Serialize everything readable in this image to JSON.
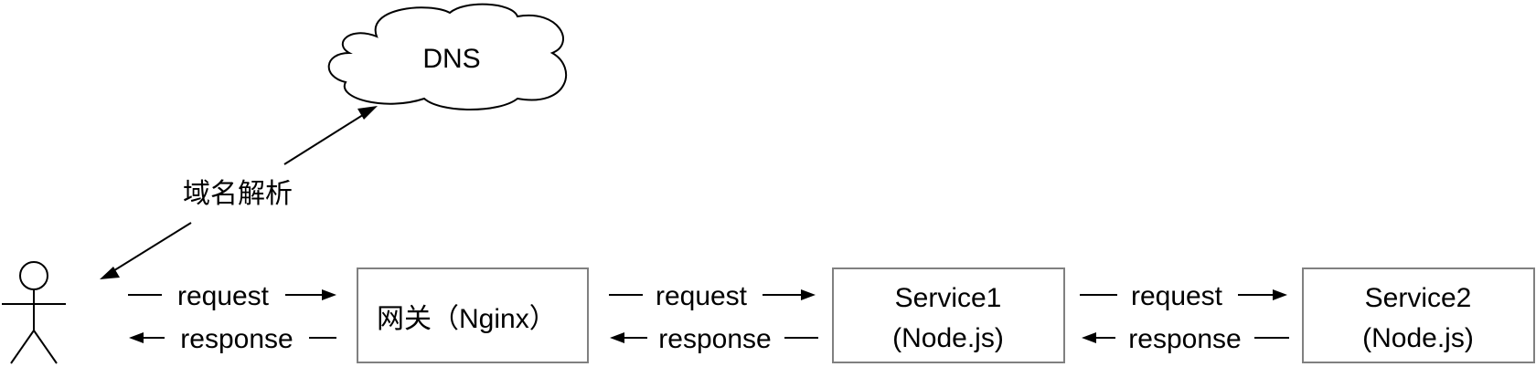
{
  "nodes": {
    "dns": "DNS",
    "gateway": "网关（Nginx）",
    "service1": {
      "line1": "Service1",
      "line2": "(Node.js)"
    },
    "service2": {
      "line1": "Service2",
      "line2": "(Node.js)"
    }
  },
  "edges": {
    "resolve_label": "域名解析",
    "request_label": "request",
    "response_label": "response"
  },
  "colors": {
    "box_border": "#808080",
    "stroke": "#000000",
    "background": "#ffffff"
  }
}
